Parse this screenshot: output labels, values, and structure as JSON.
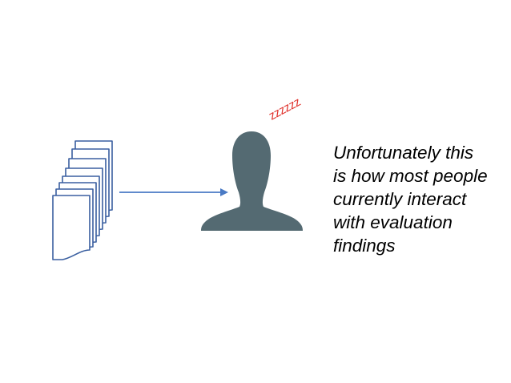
{
  "diagram": {
    "sleep_text": "zzzzzz",
    "caption_lines": [
      "Unfortunately this",
      "is how most people",
      "currently interact",
      "with evaluation",
      "findings"
    ]
  },
  "icons": {
    "document_stack": "document-stack-icon",
    "arrow": "right-arrow-icon",
    "person": "person-silhouette-icon"
  },
  "colors": {
    "document_outline": "#3a5fa0",
    "arrow": "#4a7ac4",
    "person": "#546a72",
    "sleep_text": "#e0302a",
    "caption": "#000000",
    "background": "#ffffff"
  }
}
